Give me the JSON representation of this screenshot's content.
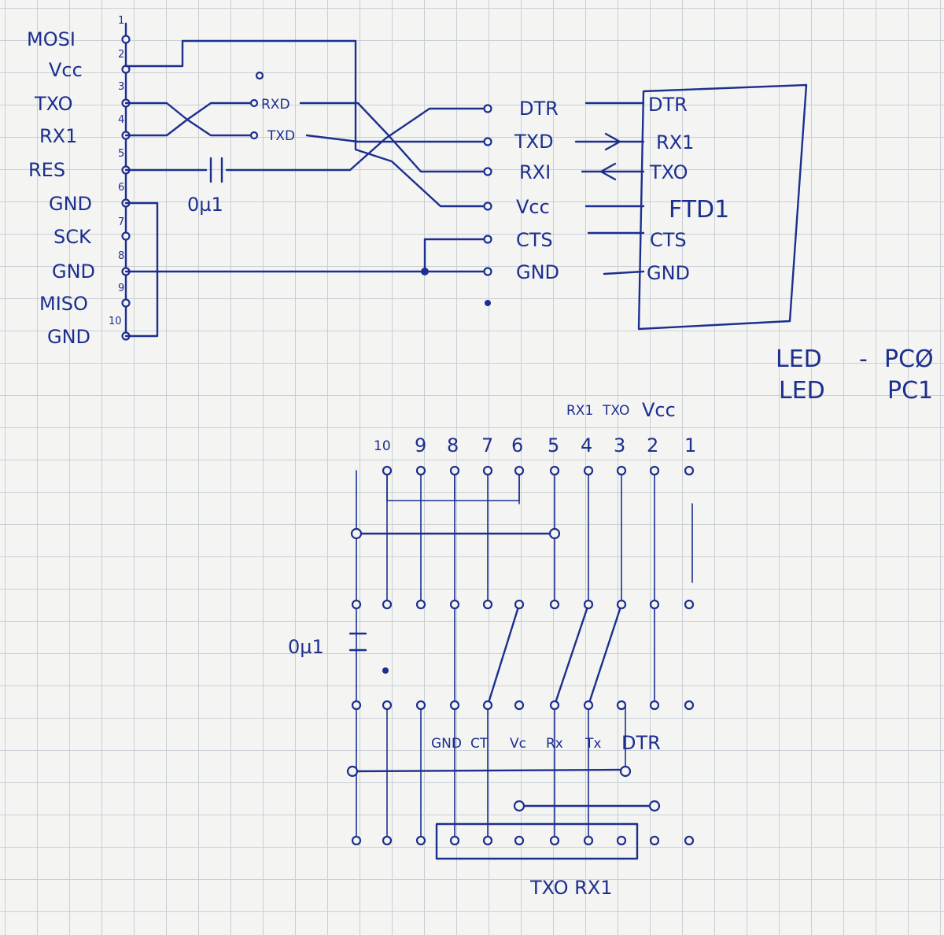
{
  "isp": {
    "pins": [
      "MOSI",
      "Vcc",
      "TXO",
      "RX1",
      "RES",
      "GND",
      "SCK",
      "GND",
      "MISO",
      "GND"
    ],
    "numbers": [
      "1",
      "2",
      "3",
      "4",
      "5",
      "6",
      "7",
      "8",
      "9",
      "10"
    ],
    "cap_label": "0µ1",
    "mid_labels": [
      "RXD",
      "TXD"
    ]
  },
  "header6": [
    "DTR",
    "TXD",
    "RXI",
    "Vcc",
    "CTS",
    "GND"
  ],
  "ftdi": {
    "name": "FTD1",
    "pins": [
      "DTR",
      "RX1",
      "TXO",
      "",
      "CTS",
      "GND"
    ]
  },
  "leds": [
    {
      "label": "LED",
      "sep": "-",
      "port": "PCØ"
    },
    {
      "label": "LED",
      "sep": "",
      "port": "PC1"
    }
  ],
  "board": {
    "top_labels": [
      "RX1",
      "TXO",
      "Vcc"
    ],
    "col_numbers": [
      "10",
      "9",
      "8",
      "7",
      "6",
      "5",
      "4",
      "3",
      "2",
      "1"
    ],
    "cap_label": "0µ1",
    "mid_labels": [
      "GND",
      "CT",
      "Vc",
      "Rx",
      "Tx",
      "DTR"
    ],
    "bottom_label": "TXO RX1"
  }
}
